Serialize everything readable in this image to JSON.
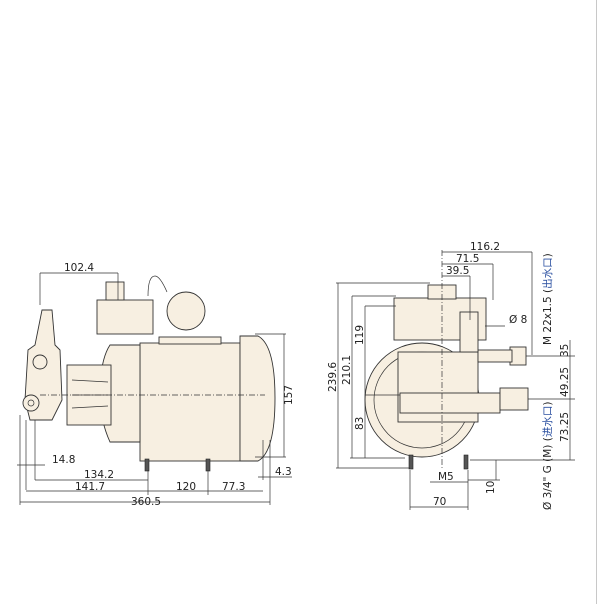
{
  "side_view": {
    "dims": {
      "d102_4": "102.4",
      "d157": "157",
      "d14_8": "14.8",
      "d134_2": "134.2",
      "d141_7": "141.7",
      "d120": "120",
      "d77_3": "77.3",
      "d4_3": "4.3",
      "d360_5": "360.5"
    }
  },
  "front_view": {
    "dims": {
      "d116_2": "116.2",
      "d71_5": "71.5",
      "d39_5": "39.5",
      "d8": "Ø 8",
      "d239_6": "239.6",
      "d210_1": "210.1",
      "d119": "119",
      "d83": "83",
      "d35": "35",
      "d49_25": "49.25",
      "d73_25": "73.25",
      "dM5": "M5",
      "d10": "10",
      "d70": "70"
    },
    "outlet_label": "M 22x1.5 (",
    "outlet_cjk": "出水口",
    "inlet_label": "Ø 3/4\" G (M) (",
    "inlet_cjk": "进水口",
    "close_paren": ")"
  }
}
